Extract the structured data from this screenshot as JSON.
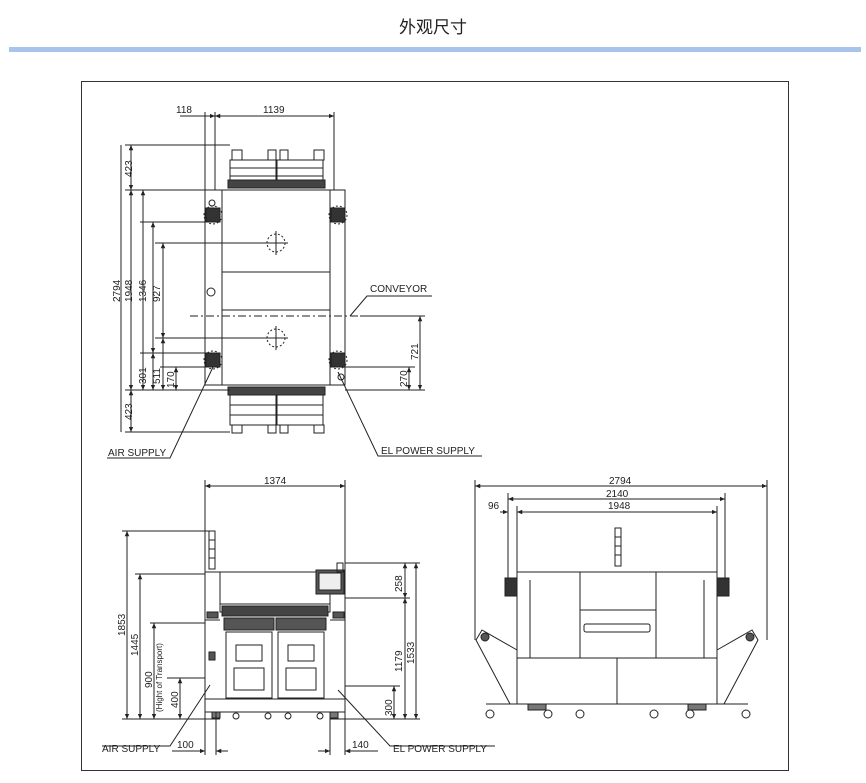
{
  "header": {
    "title": "外观尺寸",
    "rule_color": "#a9c4ec"
  },
  "top_view": {
    "dims": {
      "d118": "118",
      "d1139": "1139",
      "d423_top": "423",
      "d2794": "2794",
      "d1948": "1948",
      "d1346": "1346",
      "d927": "927",
      "d301": "301",
      "d511": "511",
      "d170": "170",
      "d423_bottom": "423",
      "d721": "721",
      "d270": "270"
    },
    "labels": {
      "conveyor": "CONVEYOR",
      "air_supply": "AIR SUPPLY",
      "el_power_supply": "EL POWER SUPPLY"
    }
  },
  "front_view": {
    "dims": {
      "d1374": "1374",
      "d1853": "1853",
      "d1445": "1445",
      "d900": "900",
      "d400": "400",
      "d258": "258",
      "d1179": "1179",
      "d1533": "1533",
      "d300": "300",
      "d100": "100",
      "d140": "140"
    },
    "transport_note": "(Hight of Transport)",
    "labels": {
      "air_supply": "AIR SUPPLY",
      "el_power_supply": "EL POWER SUPPLY"
    }
  },
  "side_view": {
    "dims": {
      "d2794": "2794",
      "d2140": "2140",
      "d96": "96",
      "d1948": "1948"
    }
  }
}
